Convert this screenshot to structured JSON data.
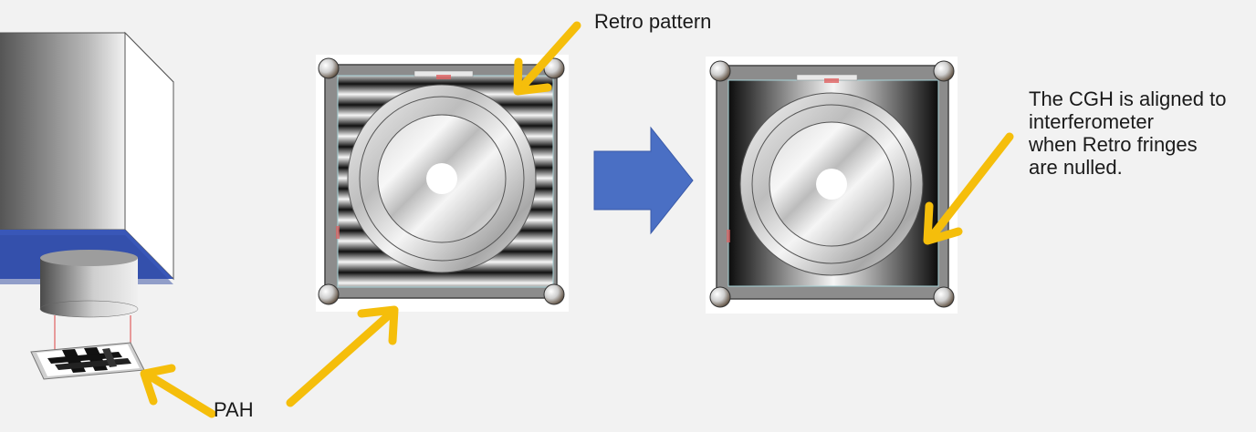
{
  "labels": {
    "retro_pattern": "Retro pattern",
    "pah": "PAH",
    "cgh_note": [
      "The CGH is aligned to",
      "interferometer",
      "when Retro fringes",
      "are nulled."
    ]
  },
  "colors": {
    "background": "#f2f2f2",
    "arrow": "#f5be0b",
    "flow_arrow": "#4a6fc4",
    "base_plate": "#3957b8",
    "frame": "#8c8c8c",
    "beam": "#e06060"
  },
  "panels": {
    "before": {
      "state": "retro fringes visible"
    },
    "after": {
      "state": "retro fringes nulled"
    }
  },
  "icons": [
    "interferometer",
    "pah-target",
    "cgh-mount",
    "flow-arrow",
    "pointer-arrow"
  ]
}
